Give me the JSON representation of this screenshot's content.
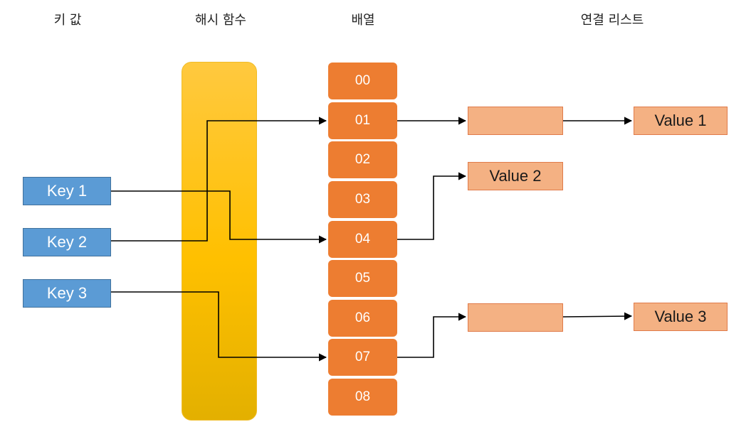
{
  "headers": {
    "keys": "키 값",
    "hash_function": "해시 함수",
    "array": "배열",
    "linked_list": "연결 리스트"
  },
  "keys": [
    "Key 1",
    "Key 2",
    "Key 3"
  ],
  "buckets": [
    "00",
    "01",
    "02",
    "03",
    "04",
    "05",
    "06",
    "07",
    "08"
  ],
  "list_values": {
    "value_1": "Value 1",
    "value_2": "Value 2",
    "value_3": "Value 3"
  },
  "mapping": [
    {
      "key": "Key 1",
      "bucket": "04",
      "value": "Value 2"
    },
    {
      "key": "Key 2",
      "bucket": "01",
      "value": "Value 1"
    },
    {
      "key": "Key 3",
      "bucket": "07",
      "value": "Value 3"
    }
  ],
  "colors": {
    "key_fill": "#5b9bd5",
    "hash_fill": "#ffc000",
    "bucket_fill": "#ed7d31",
    "node_fill": "#f4b183"
  }
}
